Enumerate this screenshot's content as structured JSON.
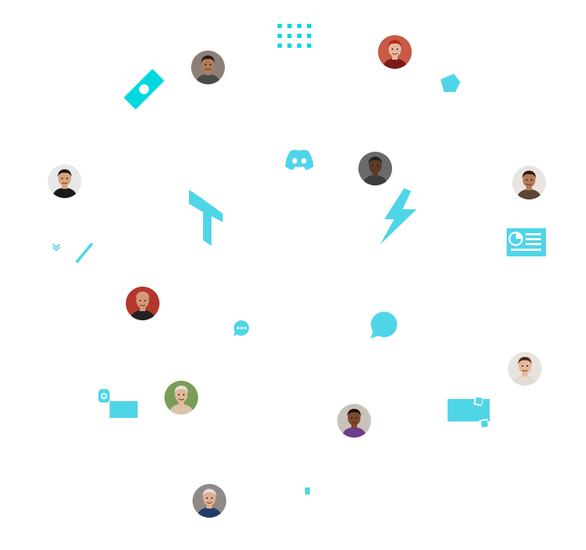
{
  "colors": {
    "accent": "#4fd5e8",
    "accent_bright": "#00d8e0"
  },
  "icons": [
    "dot-grid-icon",
    "ticket-icon",
    "note-tile-icon",
    "discord-icon",
    "trello-t-icon",
    "lightning-bolt-icon",
    "presentation-icon",
    "chevrons-down-icon",
    "slash-line-icon",
    "chat-dots-icon",
    "speech-bubble-icon",
    "lens-badge-icon",
    "rectangle-tile-icon",
    "flag-box-icon",
    "small-bar-icon"
  ],
  "avatars": [
    {
      "id": "avatar-young-man",
      "skin": "#b07a5a",
      "hair": "#2a1d16",
      "shirt": "#4a4a4a",
      "bg": "#8d7f78"
    },
    {
      "id": "avatar-red-haired-woman",
      "skin": "#e6b79e",
      "hair": "#b52a1e",
      "shirt": "#7d1b1b",
      "bg": "#c85a46"
    },
    {
      "id": "avatar-man-glasses",
      "skin": "#d9a07d",
      "hair": "#1a1a1a",
      "shirt": "#1a1a1a",
      "bg": "#e8e8e8"
    },
    {
      "id": "avatar-man-suit",
      "skin": "#5b3b26",
      "hair": "#222222",
      "shirt": "#3c3c3c",
      "bg": "#6a6a6a"
    },
    {
      "id": "avatar-smiling-woman",
      "skin": "#b57a56",
      "hair": "#2b1c14",
      "shirt": "#5c4535",
      "bg": "#e9e4df"
    },
    {
      "id": "avatar-bald-man",
      "skin": "#d49a78",
      "hair": "#d49a78",
      "shirt": "#222222",
      "bg": "#b3372d"
    },
    {
      "id": "avatar-elderly-woman",
      "skin": "#e2b99a",
      "hair": "#e8e2da",
      "shirt": "#d9c4a8",
      "bg": "#7a9c59"
    },
    {
      "id": "avatar-woman-headband",
      "skin": "#7a4a2e",
      "hair": "#1e130d",
      "shirt": "#6c3c8c",
      "bg": "#c9c2b8"
    },
    {
      "id": "avatar-brunette-woman",
      "skin": "#e7b99a",
      "hair": "#4a2d1e",
      "shirt": "#e2dad3",
      "bg": "#e8e3dd"
    },
    {
      "id": "avatar-older-man-tie",
      "skin": "#e0b08f",
      "hair": "#dcdcdc",
      "shirt": "#243a6b",
      "bg": "#8f8a86"
    }
  ]
}
